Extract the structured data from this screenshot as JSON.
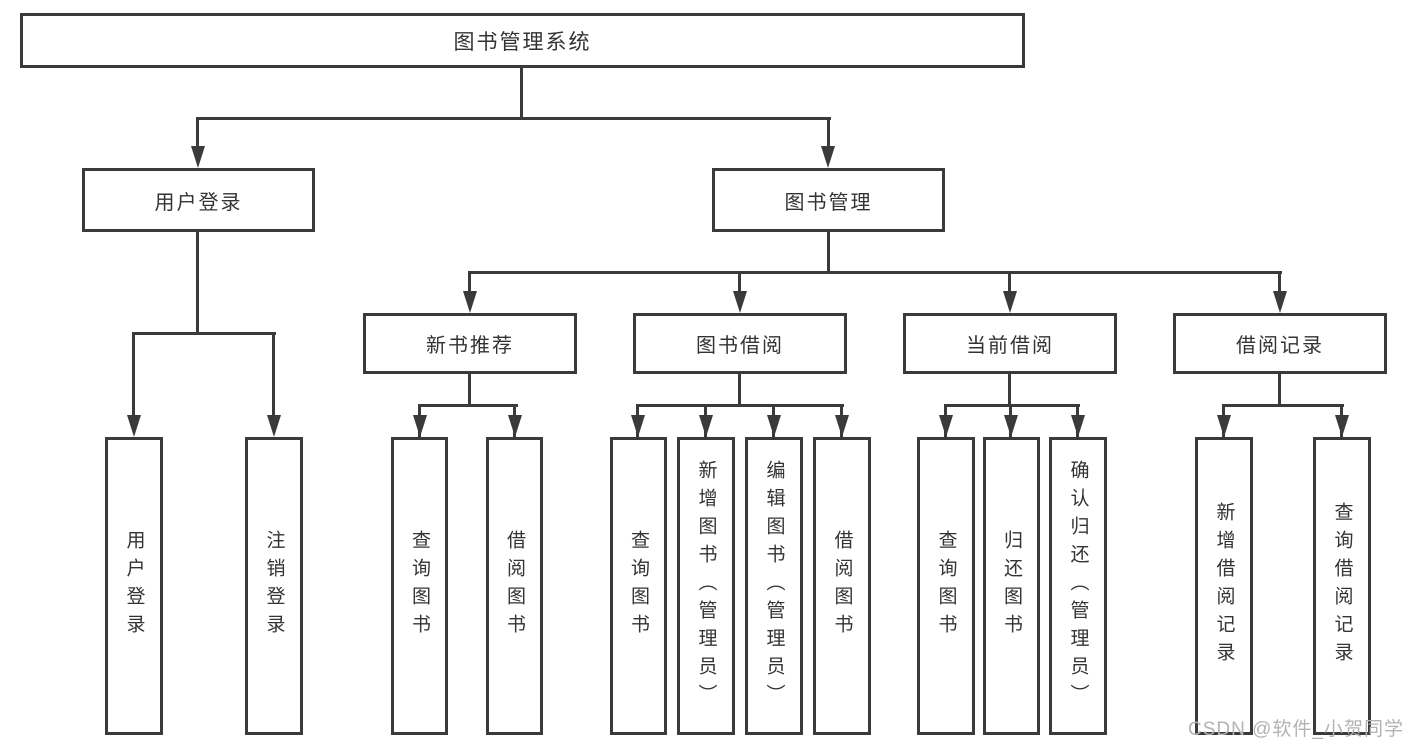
{
  "colors": {
    "line": "#3a3a3a",
    "text": "#333333",
    "watermark": "#b3b3b3",
    "background": "#ffffff"
  },
  "root": {
    "label": "图书管理系统"
  },
  "level1": {
    "user": {
      "label": "用户登录",
      "children": [
        {
          "label": "用户登录"
        },
        {
          "label": "注销登录"
        }
      ]
    },
    "books": {
      "label": "图书管理"
    }
  },
  "level2": [
    {
      "label": "新书推荐",
      "children": [
        {
          "label": "查询图书"
        },
        {
          "label": "借阅图书"
        }
      ]
    },
    {
      "label": "图书借阅",
      "children": [
        {
          "label": "查询图书"
        },
        {
          "label": "新增图书（管理员）"
        },
        {
          "label": "编辑图书（管理员）"
        },
        {
          "label": "借阅图书"
        }
      ]
    },
    {
      "label": "当前借阅",
      "children": [
        {
          "label": "查询图书"
        },
        {
          "label": "归还图书"
        },
        {
          "label": "确认归还（管理员）"
        }
      ]
    },
    {
      "label": "借阅记录",
      "children": [
        {
          "label": "新增借阅记录"
        },
        {
          "label": "查询借阅记录"
        }
      ]
    }
  ],
  "watermark": {
    "text": "CSDN @软件_小贺同学"
  }
}
